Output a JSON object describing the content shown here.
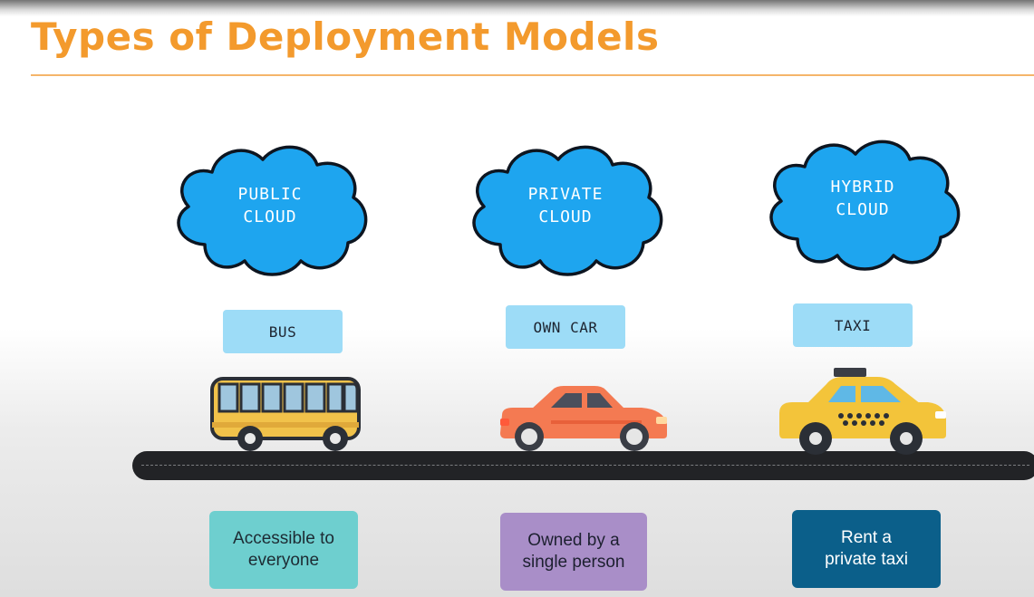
{
  "title": "Types of Deployment Models",
  "colors": {
    "title": "#f39a2d",
    "cloud_fill": "#1ea5ef",
    "chip_fill": "#9ddcf7",
    "road": "#222326",
    "card_public": "#6ecfcf",
    "card_private": "#a98ec8",
    "card_hybrid": "#0b5f8a"
  },
  "models": [
    {
      "cloud": "Public\nCloud",
      "vehicle": "Bus",
      "vehicle_icon": "bus-icon",
      "description": "Accessible to\neveryone"
    },
    {
      "cloud": "Private\nCloud",
      "vehicle": "Own Car",
      "vehicle_icon": "car-icon",
      "description": "Owned by a\nsingle person"
    },
    {
      "cloud": "Hybrid\nCloud",
      "vehicle": "Taxi",
      "vehicle_icon": "taxi-icon",
      "description": "Rent a\nprivate taxi"
    }
  ]
}
